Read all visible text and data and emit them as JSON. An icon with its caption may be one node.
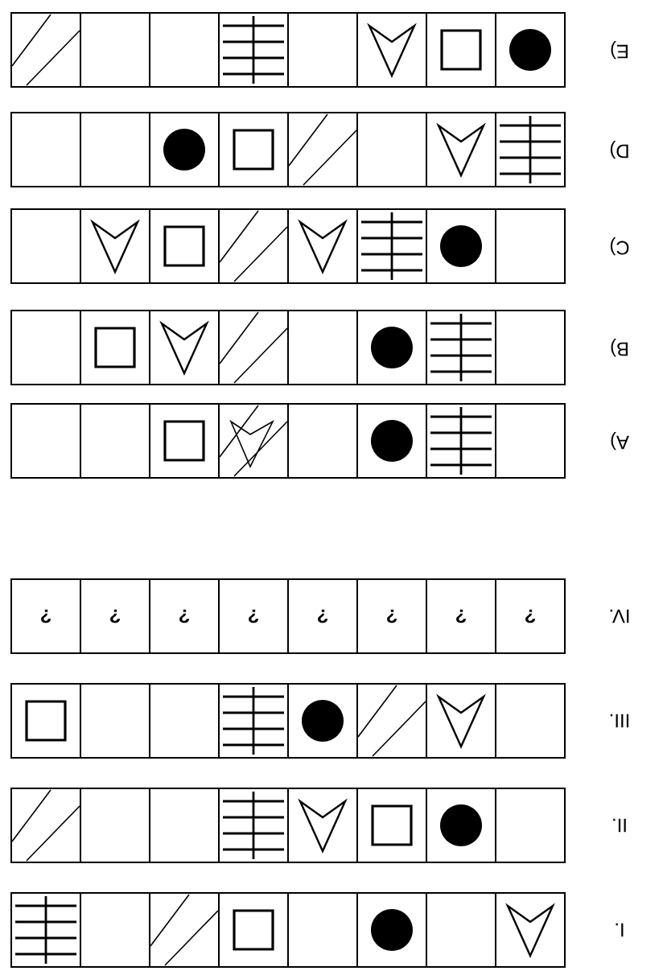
{
  "diagram": {
    "labels": [
      "E)",
      "D)",
      "C)",
      "B)",
      "A)",
      "?",
      "?",
      "?",
      "?",
      "?",
      "?",
      "?",
      "?",
      "IV.",
      "III.",
      "II.",
      "I."
    ]
  }
}
